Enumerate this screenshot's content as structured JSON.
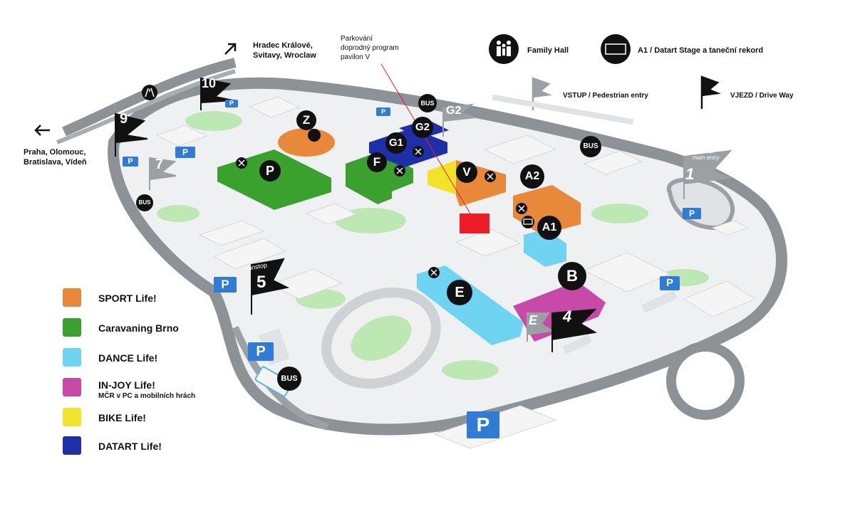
{
  "top_labels": {
    "direction_ne": "Hradec Králové,\nSvitavy,  Wroclaw",
    "direction_w": "Praha, Olomouc,\nBratislava, Vídeň",
    "parking_note": "Parkování\ndoprodný program\npavilon V"
  },
  "key": {
    "family_hall": "Family Hall",
    "stage": "A1 / Datart Stage a taneční rekord",
    "pedestrian_entry": "VSTUP / Pedestrian entry",
    "drive_way": "VJEZD / Drive Way"
  },
  "legend": [
    {
      "label": "SPORT Life!",
      "color": "#e8883a"
    },
    {
      "label": "Caravaning Brno",
      "color": "#3aa12e"
    },
    {
      "label": "DANCE Life!",
      "color": "#6fd3f2"
    },
    {
      "label": "IN-JOY Life!",
      "sub": "MČR v PC a mobilních hrách",
      "color": "#c74aa8"
    },
    {
      "label": "BIKE Life!",
      "color": "#f2e229"
    },
    {
      "label": "DATART Life!",
      "color": "#1f2fa8"
    }
  ],
  "pavilions": {
    "z": "Z",
    "p": "P",
    "f": "F",
    "g1": "G1",
    "g2": "G2",
    "v": "V",
    "a2": "A2",
    "a1": "A1",
    "b": "B",
    "e": "E"
  },
  "gates": {
    "g2": "G2",
    "g1": "1",
    "g4": "4",
    "g5": "5",
    "g7": "7",
    "g9": "9",
    "g10": "10",
    "ge": "E",
    "main_entry": "hl. vstup\nmain entry",
    "nonstop": "nonstop"
  },
  "bus_label": "BUS",
  "parking_label": "P"
}
